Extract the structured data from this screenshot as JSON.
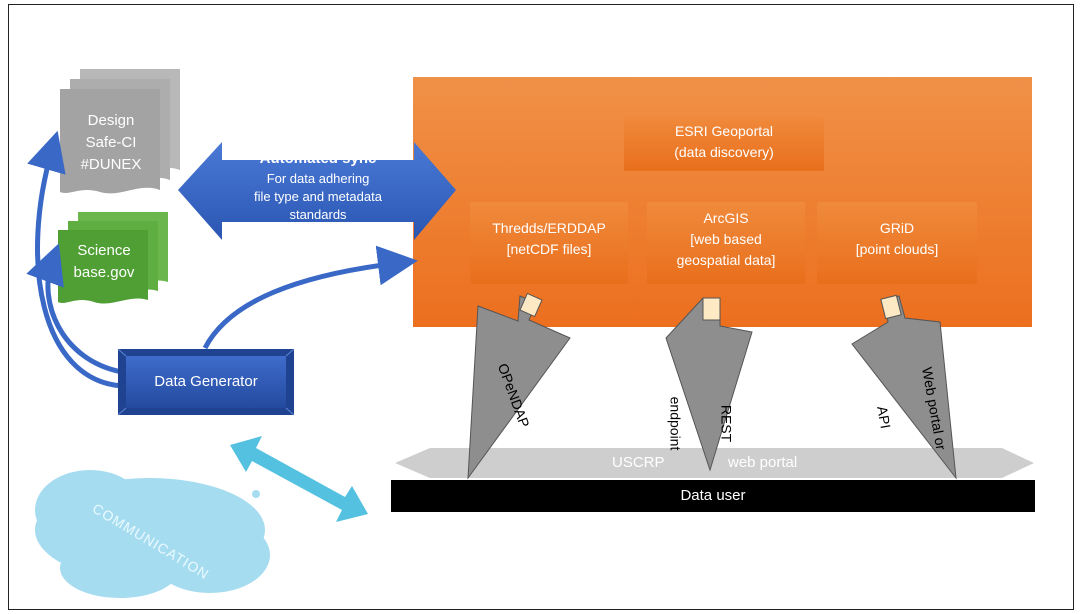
{
  "docs": {
    "designsafe": {
      "line1": "Design",
      "line2": "Safe-CI",
      "line3": "#DUNEX"
    },
    "sciencebase": {
      "line1": "Science",
      "line2": "base.gov"
    }
  },
  "sync": {
    "title": "Automated sync",
    "line1": "For data adhering",
    "line2": "file type and  metadata",
    "line3": "standards"
  },
  "geoportal": {
    "line1": "ESRI Geoportal",
    "line2": "(data discovery)"
  },
  "services": [
    {
      "line1": "Thredds/ERDDAP",
      "line2": "[netCDF files]",
      "line3": ""
    },
    {
      "line1": "ArcGIS",
      "line2": "[web based",
      "line3": "geospatial data]"
    },
    {
      "line1": "GRiD",
      "line2": "[point clouds]",
      "line3": ""
    }
  ],
  "protocols": [
    {
      "line1": "OPeNDAP",
      "line2": ""
    },
    {
      "line1": "REST",
      "line2": "endpoint"
    },
    {
      "line1": "Web portal or",
      "line2": "API"
    }
  ],
  "data_generator": "Data Generator",
  "portal": {
    "left": "USCRP",
    "right": "web portal"
  },
  "data_user": "Data user",
  "communication": "COMMUNICATION",
  "colors": {
    "orange_panel": "#ef7a2b",
    "doc_gray": "#a6a6a6",
    "doc_green": "#5aa83f",
    "blue_box": "#2f57b0",
    "blue_arrow": "#3a68c6",
    "cyan_arrow": "#54c1e0",
    "cloud": "#9fd9ef",
    "spike_gray": "#8c8c8c",
    "portal_gray": "#c8c8c8",
    "user_bar": "#000000"
  }
}
